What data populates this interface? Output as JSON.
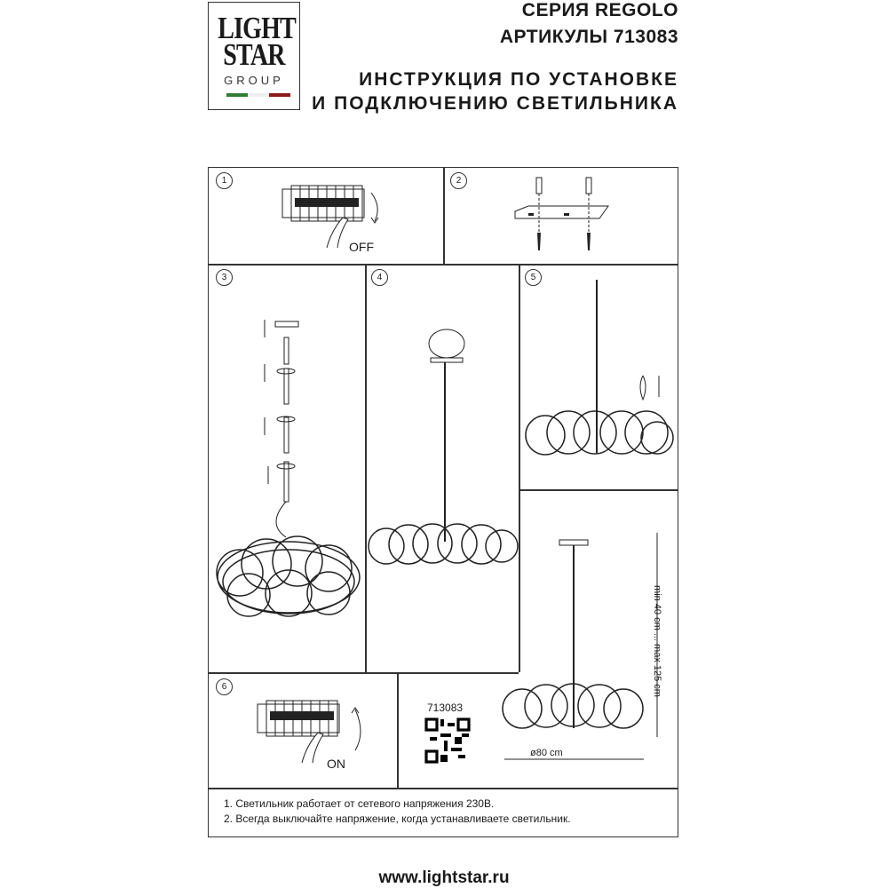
{
  "logo": {
    "line1": "LIGHT",
    "line2": "STAR",
    "line3": "GROUP",
    "flag_colors": [
      "#2e7d32",
      "#ffffff",
      "#8b1a1a"
    ]
  },
  "header": {
    "series": "СЕРИЯ REGOLO",
    "article": "АРТИКУЛЫ 713083",
    "title_line1": "ИНСТРУКЦИЯ ПО УСТАНОВКЕ",
    "title_line2": "И ПОДКЛЮЧЕНИЮ СВЕТИЛЬНИКА"
  },
  "steps": [
    {
      "number": "1",
      "label": "OFF"
    },
    {
      "number": "2"
    },
    {
      "number": "3"
    },
    {
      "number": "4"
    },
    {
      "number": "5"
    },
    {
      "number": "6",
      "label": "ON"
    }
  ],
  "dimensions": {
    "article": "713083",
    "diameter": "ø80 cm",
    "height_range": "min 40 cm ... max 125 cm"
  },
  "notes": [
    "1. Светильник работает от сетевого напряжения 230В.",
    "2. Всегда выключайте напряжение, когда устанавливаете светильник."
  ],
  "footer": {
    "url": "www.lightstar.ru"
  }
}
